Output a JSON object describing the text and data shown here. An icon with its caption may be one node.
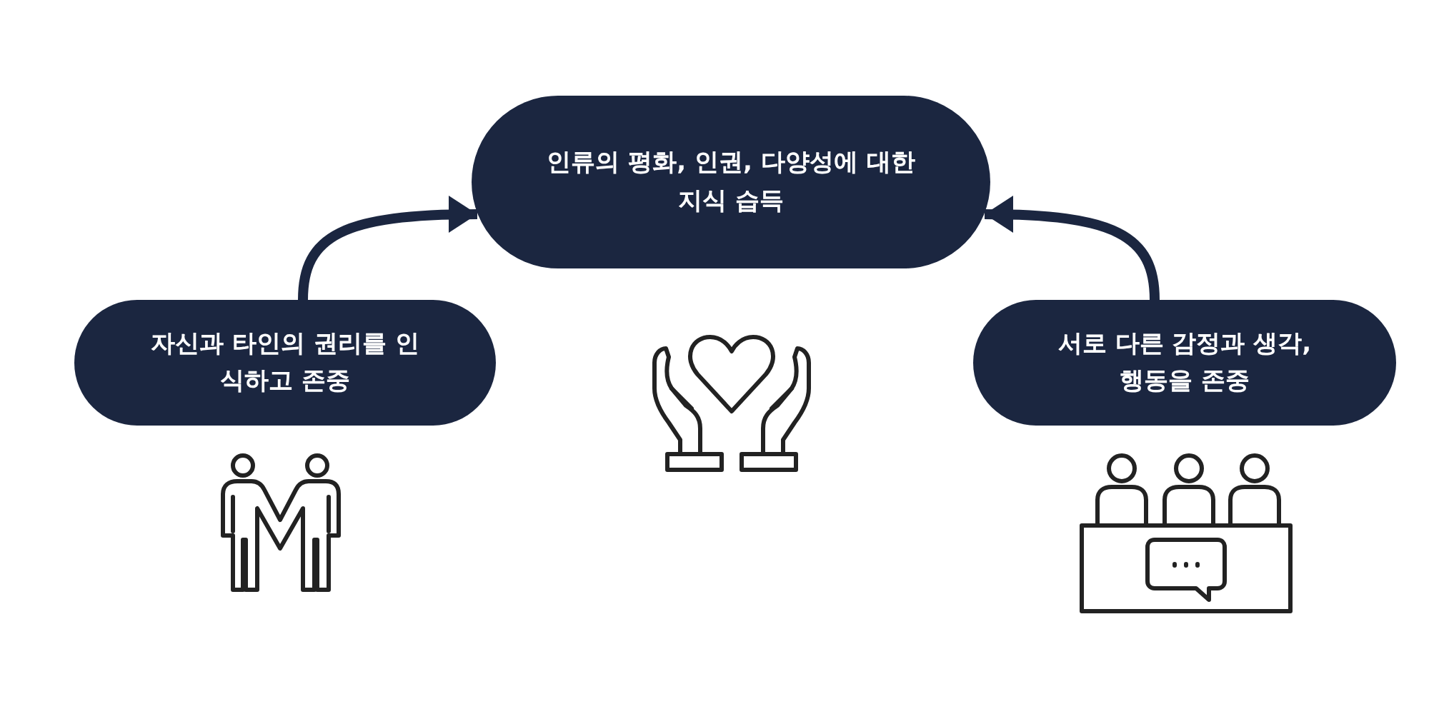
{
  "diagram": {
    "nodes": [
      {
        "text": [
          "인류의 평화, 인권, 다양성에 대한 지식 습득"
        ]
      },
      {
        "text": [
          "자신과 타인의 권리를 인식하고 존중"
        ]
      },
      {
        "text": [
          "서로 다른 감정과 생각, 행동을 존중"
        ]
      }
    ],
    "edges": [
      {
        "from": 1,
        "to": 0,
        "arrow": "to"
      },
      {
        "from": 2,
        "to": 0,
        "arrow": "to"
      }
    ]
  }
}
